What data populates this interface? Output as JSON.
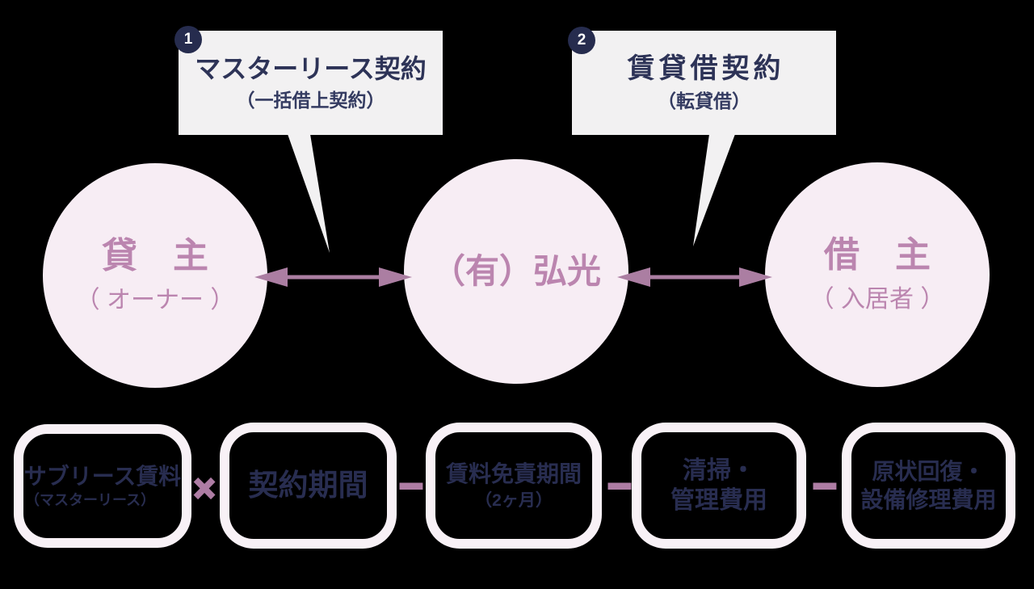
{
  "colors": {
    "background": "#000000",
    "bubble_bg": "#f2f1f2",
    "badge_bg": "#262c4e",
    "badge_text": "#ffffff",
    "navy_text": "#2d3357",
    "circle_bg": "#f7edf4",
    "circle_text": "#bb85af",
    "arrow": "#ab7ea2",
    "formula_border": "#f8f1f6",
    "formula_text": "#282d50",
    "operator": "#ae7da4"
  },
  "bubbles": [
    {
      "number": "1",
      "title": "マスターリース契約",
      "subtitle": "（一括借上契約）"
    },
    {
      "number": "2",
      "title": "賃貸借契約",
      "subtitle": "（転貸借）"
    }
  ],
  "circles": [
    {
      "title": "貸　主",
      "subtitle": "（ オーナー ）"
    },
    {
      "title": "（有）弘光"
    },
    {
      "title": "借　主",
      "subtitle": "（ 入居者 ）"
    }
  ],
  "formula": {
    "boxes": [
      {
        "line1": "サブリース賃料",
        "subtitle": "（マスターリース）"
      },
      {
        "line1": "契約期間"
      },
      {
        "line1": "賃料免責期間",
        "subtitle": "（2ヶ月）"
      },
      {
        "line1": "清掃・",
        "line2": "管理費用"
      },
      {
        "line1": "原状回復・",
        "line2": "設備修理費用"
      }
    ],
    "operators": [
      "×",
      "−",
      "−",
      "−"
    ]
  }
}
